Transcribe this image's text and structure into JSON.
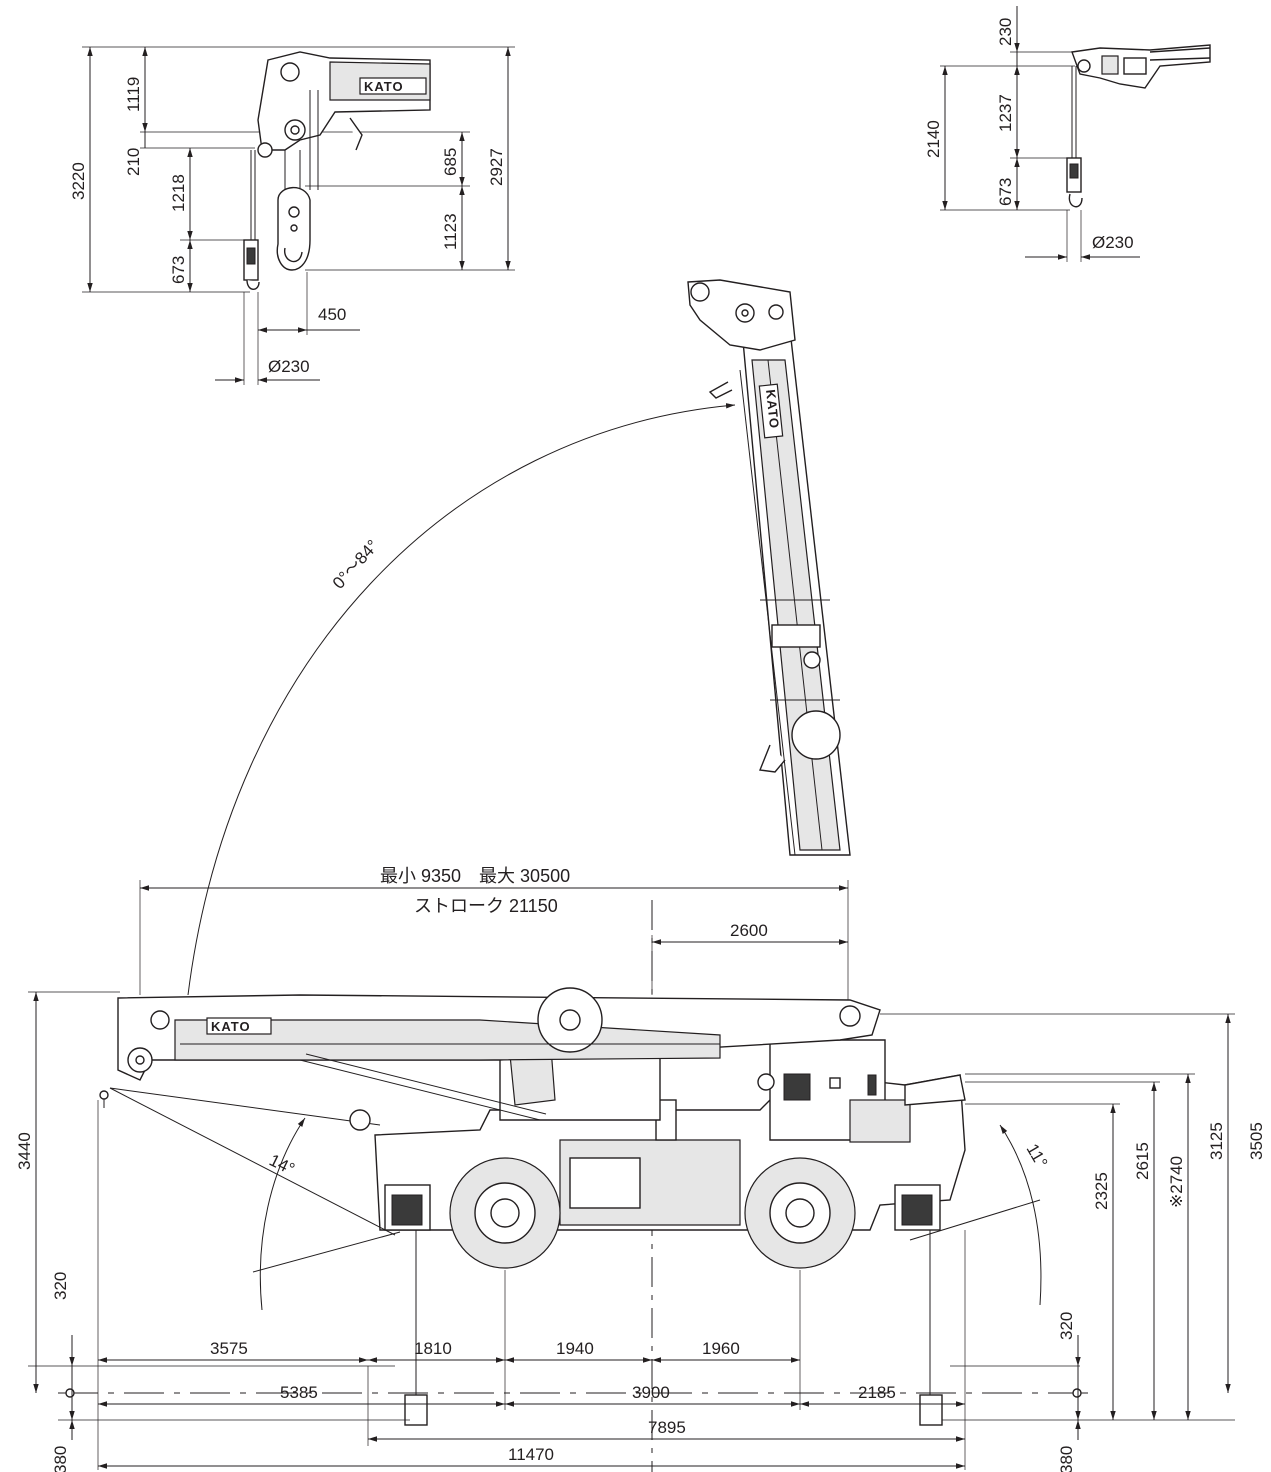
{
  "brand": "KATO",
  "boom_angle": "0°～84°",
  "outrigger_angle_rear": "14°",
  "outrigger_angle_front": "11°",
  "boom_length": "最小 9350　最大 30500",
  "boom_stroke": "ストローク 21150",
  "dims": {
    "d2600": "2600",
    "d3440": "3440",
    "d320_left": "320",
    "d380_left": "380",
    "d320_right": "320",
    "d380_right": "380",
    "d2325": "2325",
    "d2615": "2615",
    "d2740": "※2740",
    "d3125": "3125",
    "d3505": "3505",
    "d3575": "3575",
    "d1810": "1810",
    "d1940": "1940",
    "d1960": "1960",
    "d5385": "5385",
    "d3900": "3900",
    "d2185": "2185",
    "d7895": "7895",
    "d11470": "11470",
    "d3220": "3220",
    "d1119": "1119",
    "d210": "210",
    "d1218": "1218",
    "d673_a": "673",
    "d685": "685",
    "d2927": "2927",
    "d1123": "1123",
    "d450": "450",
    "d230dia_a": "Ø230",
    "d230_top": "230",
    "d2140": "2140",
    "d1237": "1237",
    "d673_b": "673",
    "d230dia_b": "Ø230"
  }
}
